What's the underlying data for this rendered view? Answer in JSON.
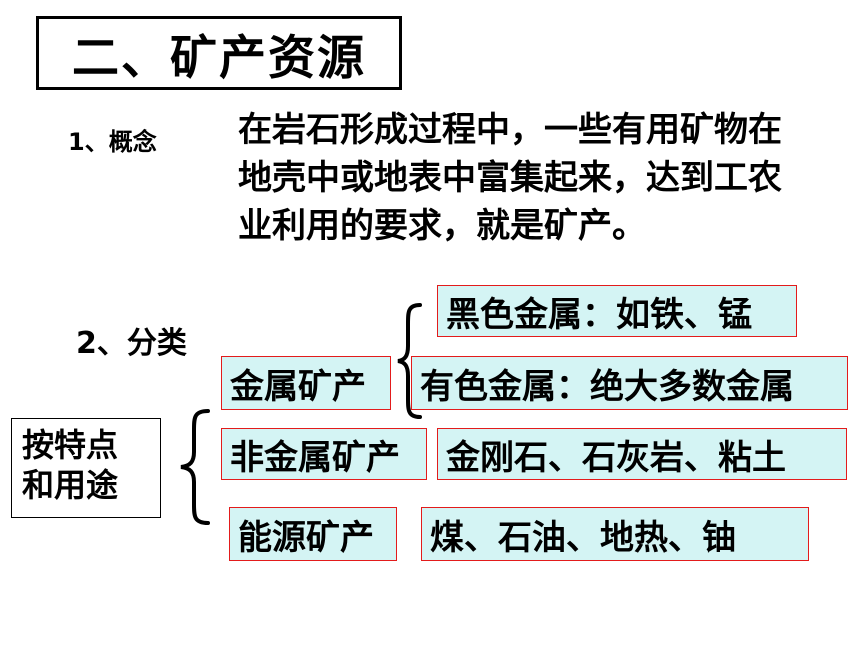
{
  "title": "二、矿产资源",
  "concept": {
    "label": "1、概念",
    "lines": [
      "在岩石形成过程中，一些有用矿物在",
      "地壳中或地表中富集起来，达到工农",
      "业利用的要求，就是矿产。"
    ]
  },
  "classification": {
    "label": "2、分类",
    "basis_lines": [
      "按特点",
      "和用途"
    ],
    "categories": {
      "metal": "金属矿产",
      "nonmetal": "非金属矿产",
      "energy": "能源矿产"
    },
    "metal_subtypes": {
      "ferrous": "黑色金属：如铁、锰",
      "nonferrous": "有色金属：绝大多数金属"
    },
    "examples": {
      "nonmetal": "金刚石、石灰岩、粘土",
      "energy": "煤、石油、地热、铀"
    }
  },
  "colors": {
    "box_fill": "#d4f4f4",
    "box_border": "#e31b1b",
    "text": "#000000"
  }
}
